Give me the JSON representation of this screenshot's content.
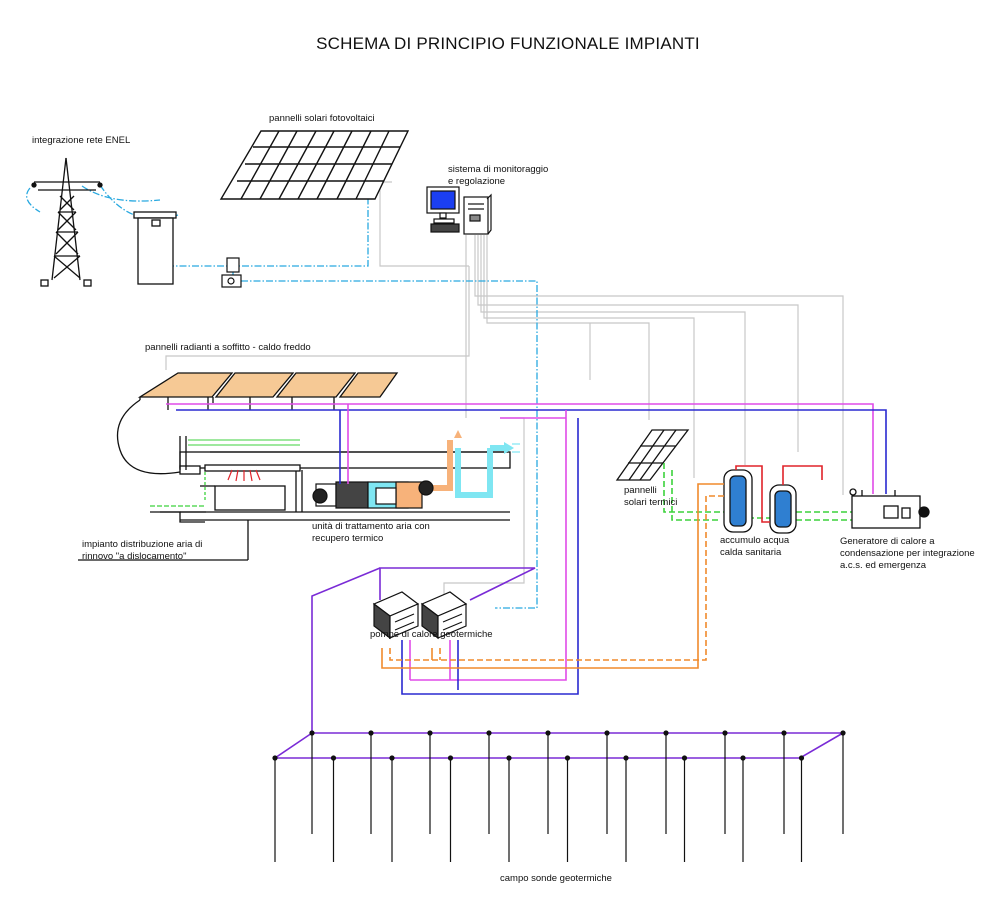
{
  "title": "SCHEMA DI PRINCIPIO FUNZIONALE IMPIANTI",
  "labels": {
    "rete_enel": "integrazione rete ENEL",
    "pannelli_fv": "pannelli solari fotovoltaici",
    "monitoraggio": [
      "sistema di monitoraggio",
      "e regolazione"
    ],
    "pannelli_radianti": "pannelli radianti a soffitto - caldo freddo",
    "distribuzione_aria": [
      "impianto distribuzione aria di",
      "rinnovo \"a dislocamento\""
    ],
    "uta": [
      "unità di trattamento aria con",
      "recupero termico"
    ],
    "pompe_calore": "pompe di calore geotermiche",
    "solari_termici": [
      "pannelli",
      "solari termici"
    ],
    "accumulo": [
      "accumulo acqua",
      "calda sanitaria"
    ],
    "generatore": [
      "Generatore di calore a",
      "condensazione per integrazione",
      "a.c.s. ed emergenza"
    ],
    "campo_sonde": "campo sonde geotermiche"
  },
  "colors": {
    "monitor_line": "#c8c8c8",
    "electric_line": "#29a9e0",
    "geothermal_loop": "#7a2bd6",
    "delivery_magenta": "#e04be8",
    "return_blue": "#2a2ad0",
    "hot_water_orange": "#f08a2c",
    "hot_red": "#e0232a",
    "solar_green": "#3cd23c",
    "tank_blue": "#2f7fd1",
    "ahu_cyan": "#7fe6f2",
    "ahu_peach": "#f7b27a",
    "radiant_panel": "#f6c995",
    "screen_blue": "#1b3ff2"
  },
  "icons": [
    "pylon-icon",
    "meter-cabinet-icon",
    "inverter-icon",
    "computer-icon",
    "pv-array-icon",
    "solar-thermal-icon",
    "heat-pump-icon",
    "storage-tank-icon",
    "boiler-icon",
    "air-handler-icon",
    "geothermal-probe-icon"
  ]
}
